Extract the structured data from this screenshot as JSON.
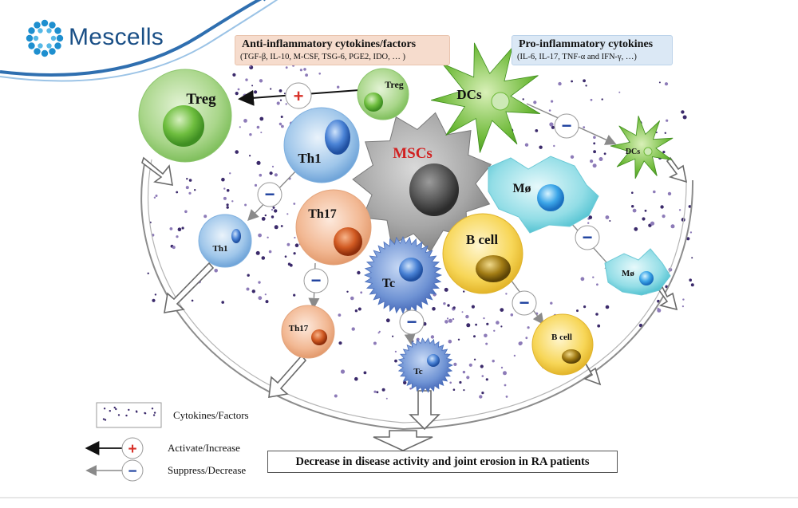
{
  "brand": {
    "name": "Mescells"
  },
  "anti_box": {
    "title": "Anti-inflammatory cytokines/factors",
    "items": "(TGF-β, IL-10, M-CSF, TSG-6, PGE2, IDO, … )",
    "arrow_color": "#d8322a"
  },
  "pro_box": {
    "title": "Pro-inflammatory cytokines",
    "items": "(IL-6, IL-17, TNF-α and IFN-γ, …)",
    "arrow_color": "#1f5bd6"
  },
  "cells": {
    "mscs": "MSCs",
    "treg_large": "Treg",
    "treg_small": "Treg",
    "dcs_large": "DCs",
    "dcs_small": "DCs",
    "th1_large": "Th1",
    "th1_small": "Th1",
    "th17_large": "Th17",
    "th17_small": "Th17",
    "tc_large": "Tc",
    "tc_small": "Tc",
    "bcell_large": "B cell",
    "bcell_small": "B cell",
    "mo_large": "Mø",
    "mo_small": "Mø"
  },
  "symbols": {
    "plus": "+",
    "minus": "−"
  },
  "legend": {
    "cytokines": "Cytokines/Factors",
    "activate": "Activate/Increase",
    "suppress": "Suppress/Decrease"
  },
  "result": "Decrease in disease activity and joint erosion in RA patients",
  "colors": {
    "brand": "#1a4f86",
    "plus": "#d8322a",
    "minus": "#1c3f9e",
    "mscs_label": "#d12020"
  }
}
